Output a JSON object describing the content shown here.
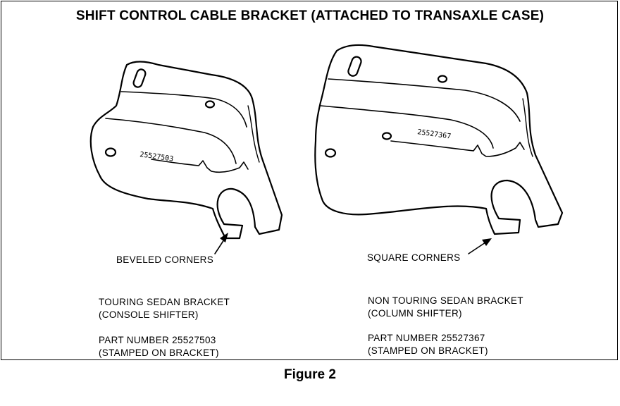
{
  "title": "SHIFT CONTROL CABLE BRACKET (ATTACHED TO TRANSAXLE CASE)",
  "left_bracket": {
    "stamp": "25527503",
    "corner_label": "BEVELED CORNERS",
    "name_line1": "TOURING SEDAN BRACKET",
    "name_line2": "(CONSOLE SHIFTER)",
    "part_line1": "PART NUMBER 25527503",
    "part_line2": "(STAMPED ON BRACKET)"
  },
  "right_bracket": {
    "stamp": "25527367",
    "corner_label": "SQUARE CORNERS",
    "name_line1": "NON TOURING SEDAN BRACKET",
    "name_line2": "(COLUMN SHIFTER)",
    "part_line1": "PART NUMBER 25527367",
    "part_line2": "(STAMPED ON BRACKET)"
  },
  "caption": "Figure 2"
}
